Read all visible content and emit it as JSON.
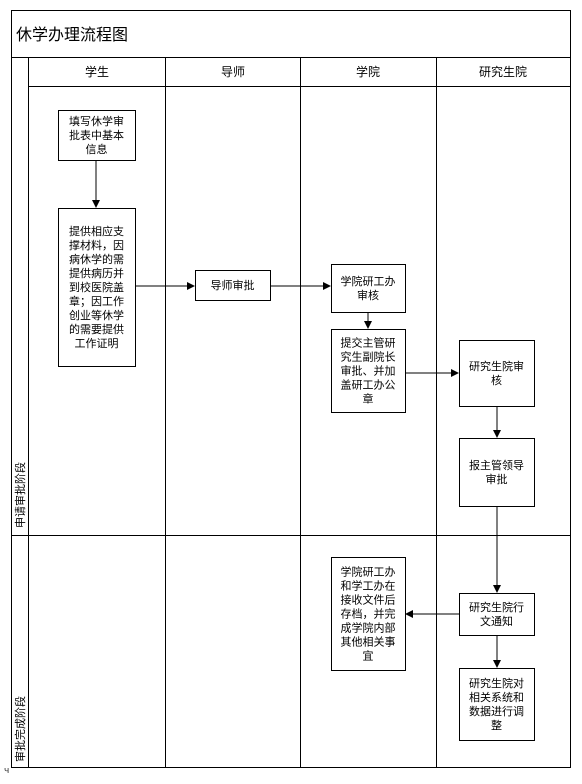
{
  "title": "休学办理流程图",
  "lanes": [
    {
      "id": "student",
      "label": "学生"
    },
    {
      "id": "advisor",
      "label": "导师"
    },
    {
      "id": "college",
      "label": "学院"
    },
    {
      "id": "graduate_school",
      "label": "研究生院"
    }
  ],
  "phases": [
    {
      "id": "apply",
      "label": "申请审批阶段"
    },
    {
      "id": "complete",
      "label": "审批完成阶段"
    }
  ],
  "nodes": [
    {
      "id": "n1",
      "lane": "student",
      "lines": [
        "填写休学审",
        "批表中基本",
        "信息"
      ]
    },
    {
      "id": "n2",
      "lane": "student",
      "lines": [
        "提供相应支",
        "撑材料，因",
        "病休学的需",
        "提供病历并",
        "到校医院盖",
        "章；因工作",
        "创业等休学",
        "的需要提供",
        "工作证明"
      ]
    },
    {
      "id": "n3",
      "lane": "advisor",
      "lines": [
        "导师审批"
      ]
    },
    {
      "id": "n4",
      "lane": "college",
      "lines": [
        "学院研工办",
        "审核"
      ]
    },
    {
      "id": "n5",
      "lane": "college",
      "lines": [
        "提交主管研",
        "究生副院长",
        "审批、并加",
        "盖研工办公",
        "章"
      ]
    },
    {
      "id": "n6",
      "lane": "graduate_school",
      "lines": [
        "研究生院审",
        "核"
      ]
    },
    {
      "id": "n7",
      "lane": "graduate_school",
      "lines": [
        "报主管领导",
        "审批"
      ]
    },
    {
      "id": "n8",
      "lane": "graduate_school",
      "lines": [
        "研究生院行",
        "文通知"
      ]
    },
    {
      "id": "n9",
      "lane": "college",
      "lines": [
        "学院研工办",
        "和学工办在",
        "接收文件后",
        "存档，并完",
        "成学院内部",
        "其他相关事",
        "宜"
      ]
    },
    {
      "id": "n10",
      "lane": "graduate_school",
      "lines": [
        "研究生院对",
        "相关系统和",
        "数据进行调",
        "整"
      ]
    }
  ],
  "edges": [
    {
      "from": "n1",
      "to": "n2"
    },
    {
      "from": "n2",
      "to": "n3"
    },
    {
      "from": "n3",
      "to": "n4"
    },
    {
      "from": "n4",
      "to": "n5"
    },
    {
      "from": "n5",
      "to": "n6"
    },
    {
      "from": "n6",
      "to": "n7"
    },
    {
      "from": "n7",
      "to": "n8"
    },
    {
      "from": "n8",
      "to": "n9"
    },
    {
      "from": "n8",
      "to": "n10"
    }
  ],
  "footer_mark": "ч"
}
